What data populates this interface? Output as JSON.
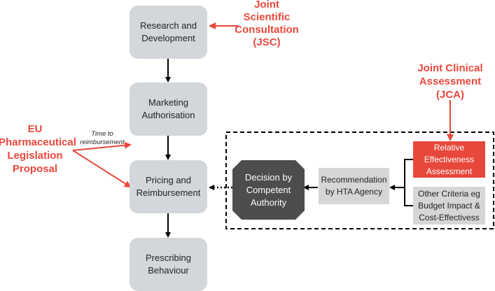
{
  "steps": {
    "research": "Research and\nDevelopment",
    "marketing": "Marketing\nAuthorisation",
    "pricing": "Pricing and\nReimbursement",
    "prescribing": "Prescribing\nBehaviour"
  },
  "labels": {
    "jsc": "Joint\nScientific\nConsultation\n(JSC)",
    "jca": "Joint Clinical\nAssessment\n(JCA)",
    "eu": "EU\nPharmaceutical\nLegislation\nProposal",
    "time": "Time to\nreimbursement"
  },
  "hta": {
    "decision": "Decision by\nCompetent\nAuthority",
    "recommendation": "Recommendation\nby HTA Agency",
    "relative": "Relative\nEffectiveness\nAssessment",
    "other": "Other Criteria eg\nBudget Impact &\nCost-Effectivess"
  },
  "colors": {
    "accent": "#e8483b",
    "step_fill": "#d3d6db",
    "decision_fill": "#4d4d4d",
    "gray_fill": "#d6d6d6"
  }
}
